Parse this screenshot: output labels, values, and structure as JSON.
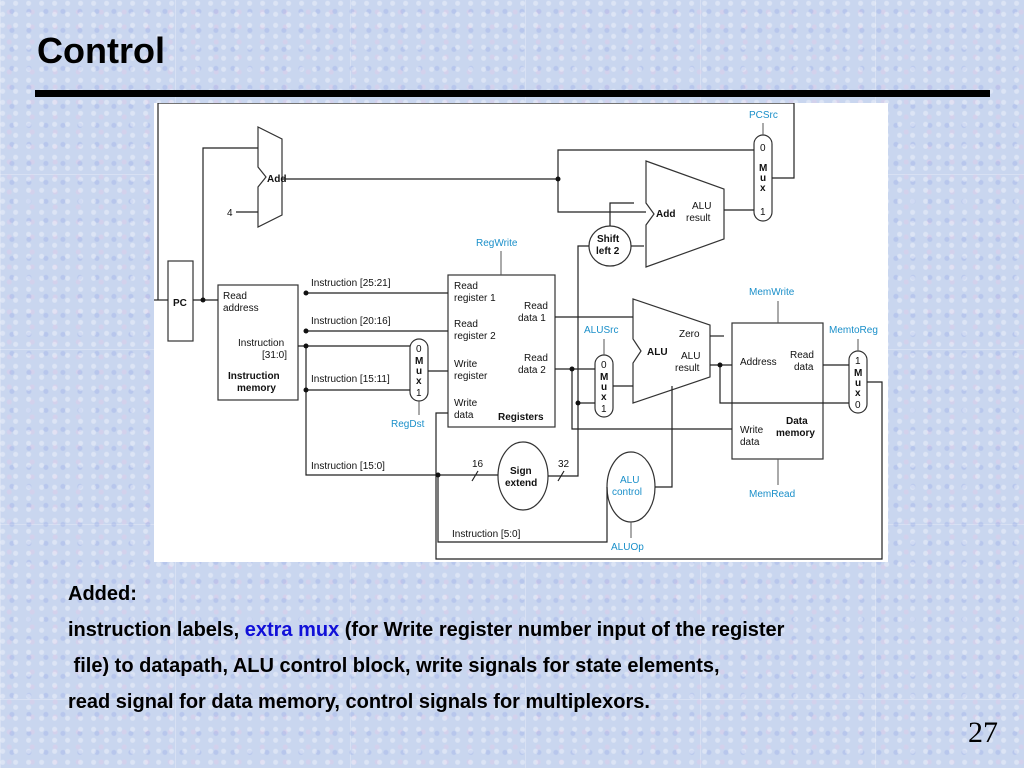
{
  "slide": {
    "title": "Control",
    "page_number": "27"
  },
  "diagram": {
    "pc": "PC",
    "add_top": "Add",
    "four": "4",
    "imem": [
      "Read",
      "address",
      "Instruction",
      "[31:0]",
      "Instruction",
      "memory"
    ],
    "instr_labels": [
      "Instruction [25:21]",
      "Instruction [20:16]",
      "Instruction [15:11]",
      "Instruction [15:0]",
      "Instruction [5:0]"
    ],
    "regs": [
      "Read",
      "register 1",
      "Read",
      "register 2",
      "Write",
      "register",
      "Write",
      "data",
      "Read",
      "data 1",
      "Read",
      "data 2",
      "Registers"
    ],
    "mux_sel": [
      "0",
      "1"
    ],
    "mux_letters": [
      "M",
      "u",
      "x"
    ],
    "shift": [
      "Shift",
      "left 2"
    ],
    "add2": [
      "Add",
      "ALU",
      "result"
    ],
    "alu": [
      "ALU",
      "Zero",
      "ALU",
      "result"
    ],
    "sign_extend": [
      "Sign",
      "extend"
    ],
    "bus_widths": [
      "16",
      "32"
    ],
    "alu_control": [
      "ALU",
      "control"
    ],
    "dmem": [
      "Address",
      "Read",
      "data",
      "Write",
      "data",
      "Data",
      "memory"
    ],
    "controls": {
      "pcsrc": "PCSrc",
      "regwrite": "RegWrite",
      "regdst": "RegDst",
      "alusrc": "ALUSrc",
      "memwrite": "MemWrite",
      "memtoreg": "MemtoReg",
      "memread": "MemRead",
      "aluop": "ALUOp"
    }
  },
  "notes": {
    "heading": "Added:",
    "line1_start": "instruction labels, ",
    "line1_highlight": "extra mux",
    "line1_end": " (for Write register number input of the register",
    "line2": " file) to datapath, ALU control block, write signals for state elements,",
    "line3": "read signal for data memory, control signals for multiplexors."
  },
  "colors": {
    "highlight": "#1010d8",
    "control_signal": "#1a8fc9"
  }
}
